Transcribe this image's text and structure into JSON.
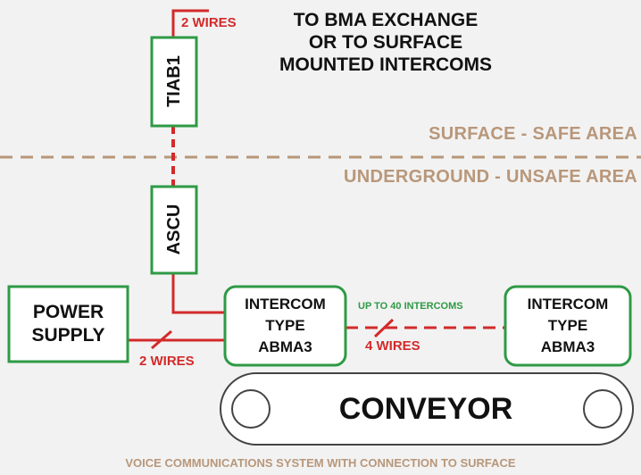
{
  "destination": {
    "line1": "TO BMA EXCHANGE",
    "line2": "OR TO SURFACE",
    "line3": "MOUNTED INTERCOMS"
  },
  "zones": {
    "surface": "SURFACE - SAFE AREA",
    "underground": "UNDERGROUND - UNSAFE AREA"
  },
  "components": {
    "tiab1": "TIAB1",
    "ascu": "ASCU",
    "power_supply_line1": "POWER",
    "power_supply_line2": "SUPPLY",
    "intercom1": {
      "line1": "INTERCOM",
      "line2": "TYPE",
      "line3": "ABMA3"
    },
    "intercom2": {
      "line1": "INTERCOM",
      "line2": "TYPE",
      "line3": "ABMA3"
    },
    "conveyor": "CONVEYOR"
  },
  "wire_labels": {
    "top": "2 WIRES",
    "power": "2 WIRES",
    "intercom_link": "4 WIRES",
    "intercom_count": "UP TO 40 INTERCOMS"
  },
  "caption": "VOICE COMMUNICATIONS SYSTEM WITH CONNECTION TO SURFACE",
  "colors": {
    "wire": "#d32a2a",
    "box_border": "#2e9a45",
    "zone_text": "#b8977a",
    "divider": "#b8977a",
    "text": "#111111"
  }
}
